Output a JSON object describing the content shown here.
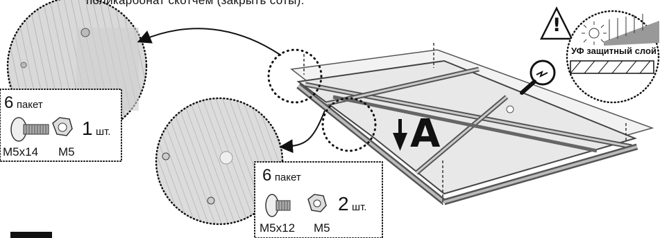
{
  "top_caption": "поликарбонат скотчем (закрыть соты).",
  "callout_left": {
    "pack_number": "6",
    "pack_label": "пакет",
    "quantity": "1",
    "unit": "шт.",
    "bolt_label": "M5x14",
    "nut_label": "M5"
  },
  "callout_right": {
    "pack_number": "6",
    "pack_label": "пакет",
    "quantity": "2",
    "unit": "шт.",
    "bolt_label": "M5x12",
    "nut_label": "M5"
  },
  "view_marker": "A",
  "uv_label": "УФ защитный слой",
  "warning_symbol": "!"
}
